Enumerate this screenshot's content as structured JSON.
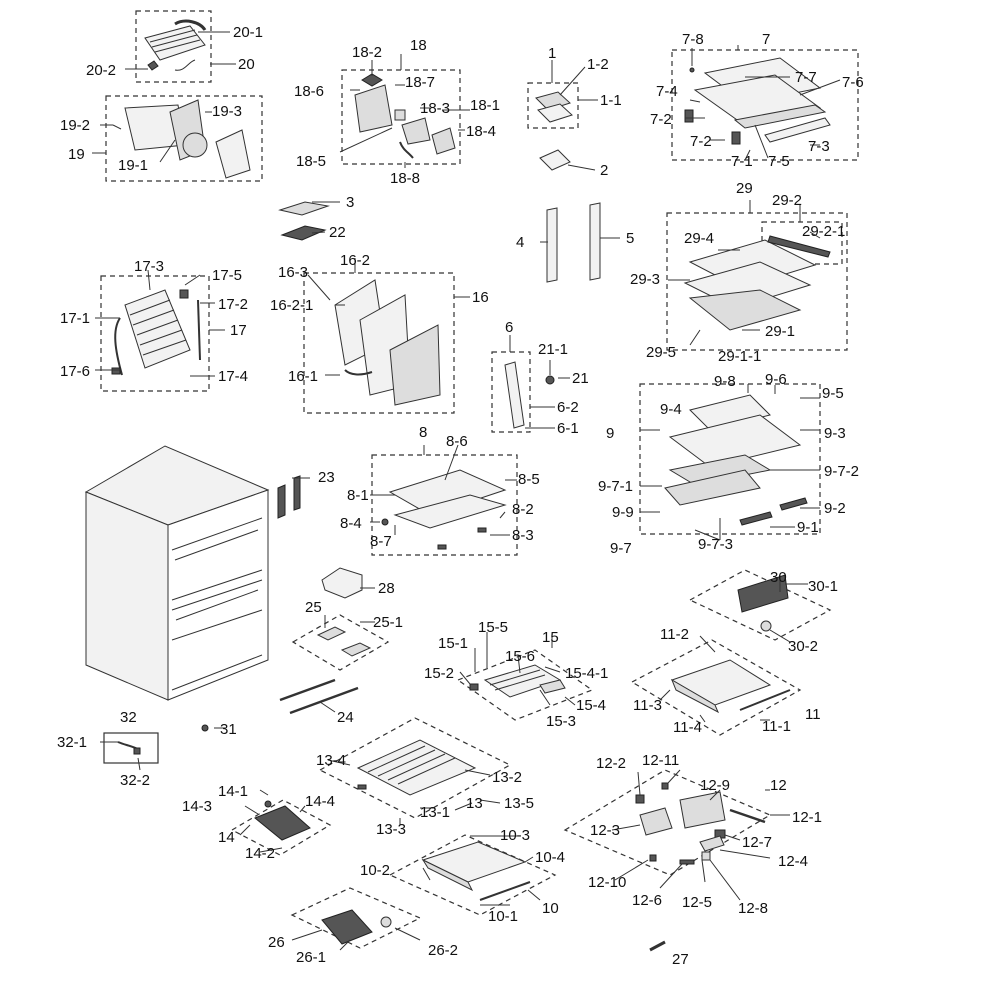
{
  "labels": {
    "p1": "1",
    "p1_1": "1-1",
    "p1_2": "1-2",
    "p2": "2",
    "p3": "3",
    "p4": "4",
    "p5": "5",
    "p6": "6",
    "p6_1": "6-1",
    "p6_2": "6-2",
    "p7": "7",
    "p7_1": "7-1",
    "p7_2a": "7-2",
    "p7_2b": "7-2",
    "p7_3": "7-3",
    "p7_4": "7-4",
    "p7_5": "7-5",
    "p7_6": "7-6",
    "p7_7": "7-7",
    "p7_8": "7-8",
    "p8": "8",
    "p8_1": "8-1",
    "p8_2": "8-2",
    "p8_3": "8-3",
    "p8_4": "8-4",
    "p8_5": "8-5",
    "p8_6": "8-6",
    "p8_7": "8-7",
    "p9": "9",
    "p9_1": "9-1",
    "p9_2": "9-2",
    "p9_3": "9-3",
    "p9_4": "9-4",
    "p9_5": "9-5",
    "p9_6": "9-6",
    "p9_7": "9-7",
    "p9_7_1": "9-7-1",
    "p9_7_2": "9-7-2",
    "p9_7_3": "9-7-3",
    "p9_8": "9-8",
    "p9_9": "9-9",
    "p10": "10",
    "p10_1": "10-1",
    "p10_2": "10-2",
    "p10_3": "10-3",
    "p10_4": "10-4",
    "p11": "11",
    "p11_1": "11-1",
    "p11_2": "11-2",
    "p11_3": "11-3",
    "p11_4": "11-4",
    "p12": "12",
    "p12_1": "12-1",
    "p12_2": "12-2",
    "p12_3": "12-3",
    "p12_4": "12-4",
    "p12_5": "12-5",
    "p12_6": "12-6",
    "p12_7": "12-7",
    "p12_8": "12-8",
    "p12_9": "12-9",
    "p12_10": "12-10",
    "p12_11": "12-11",
    "p13": "13",
    "p13_1": "13-1",
    "p13_2": "13-2",
    "p13_3": "13-3",
    "p13_4": "13-4",
    "p13_5": "13-5",
    "p14": "14",
    "p14_1": "14-1",
    "p14_2": "14-2",
    "p14_3": "14-3",
    "p14_4": "14-4",
    "p15": "15",
    "p15_1": "15-1",
    "p15_2": "15-2",
    "p15_3": "15-3",
    "p15_4": "15-4",
    "p15_4_1": "15-4-1",
    "p15_5": "15-5",
    "p15_6": "15-6",
    "p16": "16",
    "p16_1": "16-1",
    "p16_2": "16-2",
    "p16_2_1": "16-2-1",
    "p16_3": "16-3",
    "p17": "17",
    "p17_1": "17-1",
    "p17_2": "17-2",
    "p17_3": "17-3",
    "p17_4": "17-4",
    "p17_5": "17-5",
    "p17_6": "17-6",
    "p18": "18",
    "p18_1": "18-1",
    "p18_2": "18-2",
    "p18_3": "18-3",
    "p18_4": "18-4",
    "p18_5": "18-5",
    "p18_6": "18-6",
    "p18_7": "18-7",
    "p18_8": "18-8",
    "p19": "19",
    "p19_1": "19-1",
    "p19_2": "19-2",
    "p19_3": "19-3",
    "p20": "20",
    "p20_1": "20-1",
    "p20_2": "20-2",
    "p21": "21",
    "p21_1": "21-1",
    "p22": "22",
    "p23": "23",
    "p24": "24",
    "p25": "25",
    "p25_1": "25-1",
    "p26": "26",
    "p26_1": "26-1",
    "p26_2": "26-2",
    "p27": "27",
    "p28": "28",
    "p29": "29",
    "p29_1": "29-1",
    "p29_1_1": "29-1-1",
    "p29_2": "29-2",
    "p29_2_1": "29-2-1",
    "p29_3": "29-3",
    "p29_4": "29-4",
    "p29_5": "29-5",
    "p30": "30",
    "p30_1": "30-1",
    "p30_2": "30-2",
    "p31": "31",
    "p32": "32",
    "p32_1": "32-1",
    "p32_2": "32-2"
  }
}
